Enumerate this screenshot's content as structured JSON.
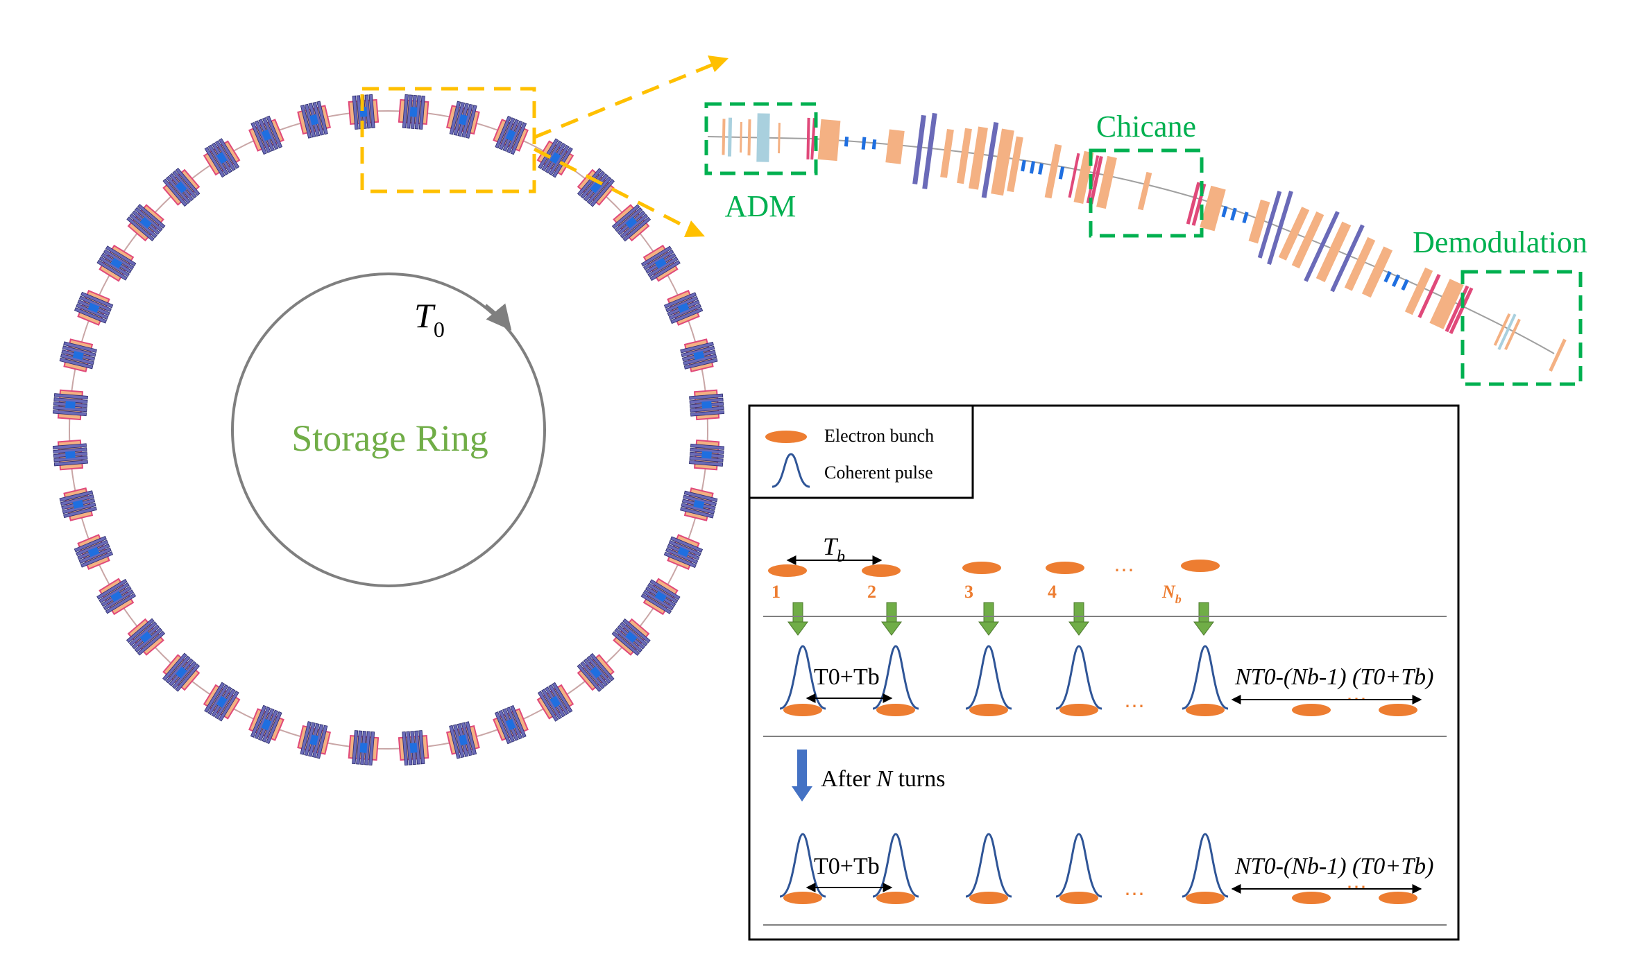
{
  "colors": {
    "orange": "#ED7D31",
    "gold": "#FFC000",
    "green_box": "#00B050",
    "ring_label": "#70AD47",
    "pulse": "#2F5597",
    "arrow_green": "#70AD47",
    "arrow_blue": "#4472C4",
    "magnet_orange": "#F4B183",
    "magnet_purple": "#6A6AB8",
    "magnet_red": "#E0497A",
    "magnet_blue": "#1F6FE0",
    "magnet_lightblue": "#A9D0DE",
    "circle_gray": "#7F7F7F"
  },
  "ring": {
    "label": "Storage Ring",
    "period_symbol": "T",
    "period_sub": "0"
  },
  "labels": {
    "adm": "ADM",
    "chicane": "Chicane",
    "demodulation": "Demodulation"
  },
  "legend": {
    "bunch": "Electron bunch",
    "pulse": "Coherent pulse"
  },
  "timing": {
    "tb_symbol": "T",
    "tb_sub": "b",
    "bunch_indices": [
      "1",
      "2",
      "3",
      "4",
      "N"
    ],
    "bunch_last_sub": "b",
    "ellipsis": "⋯",
    "spacing_label": "T0+Tb",
    "tail_label": "NT0-(Nb-1) (T0+Tb)",
    "after_prefix": "After ",
    "after_n": "N",
    "after_suffix": " turns"
  }
}
